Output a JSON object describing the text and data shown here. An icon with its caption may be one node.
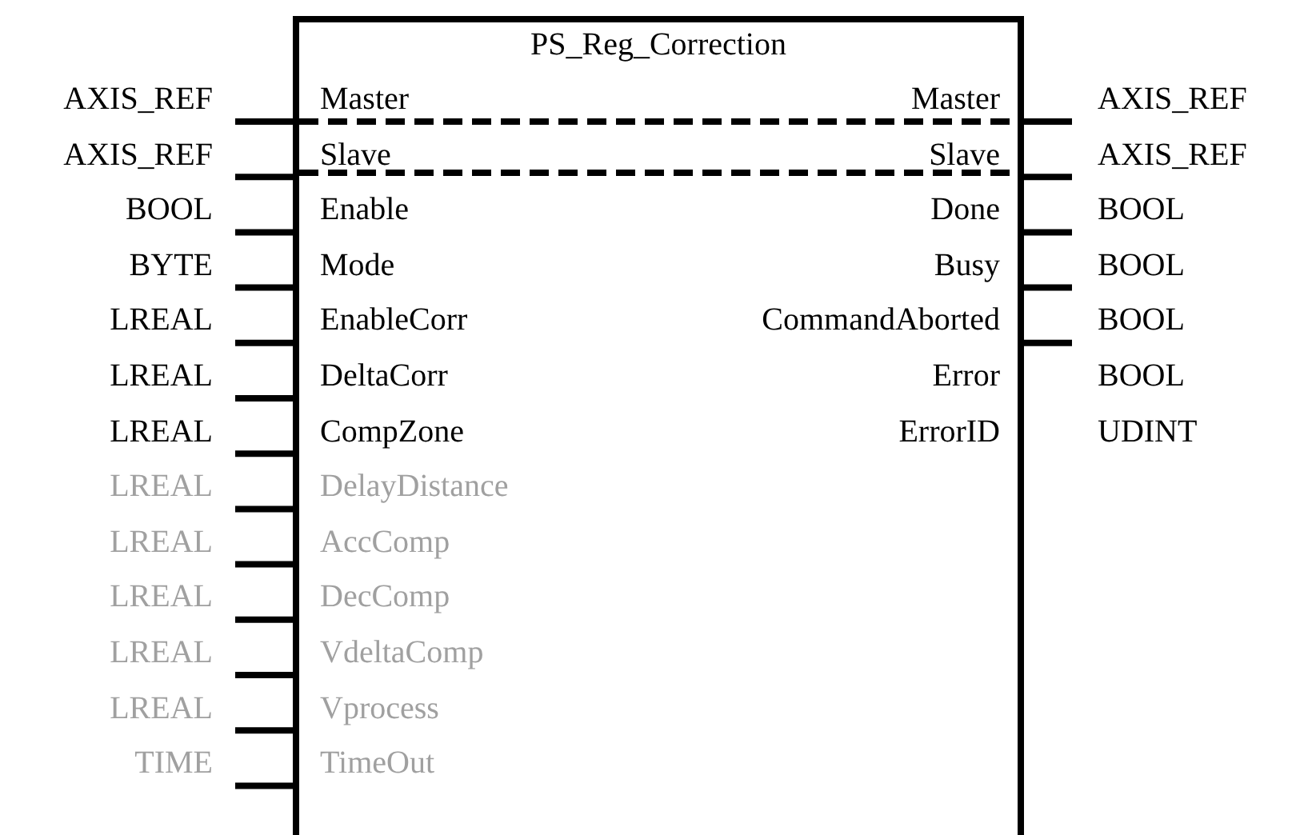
{
  "diagram": {
    "nodes": [
      {
        "text": [
          "PS_Reg_Correction"
        ]
      }
    ],
    "labels": [
      "AXIS_REF",
      "Master",
      "Master",
      "AXIS_REF",
      "AXIS_REF",
      "Slave",
      "Slave",
      "AXIS_REF",
      "BOOL",
      "Enable",
      "Done",
      "BOOL",
      "BYTE",
      "Mode",
      "Busy",
      "BOOL",
      "LREAL",
      "EnableCorr",
      "CommandAborted",
      "BOOL",
      "LREAL",
      "DeltaCorr",
      "Error",
      "BOOL",
      "LREAL",
      "CompZone",
      "ErrorID",
      "UDINT",
      "LREAL",
      "DelayDistance",
      "LREAL",
      "AccComp",
      "LREAL",
      "DecComp",
      "LREAL",
      "VdeltaComp",
      "LREAL",
      "Vprocess",
      "TIME",
      "TimeOut"
    ]
  }
}
